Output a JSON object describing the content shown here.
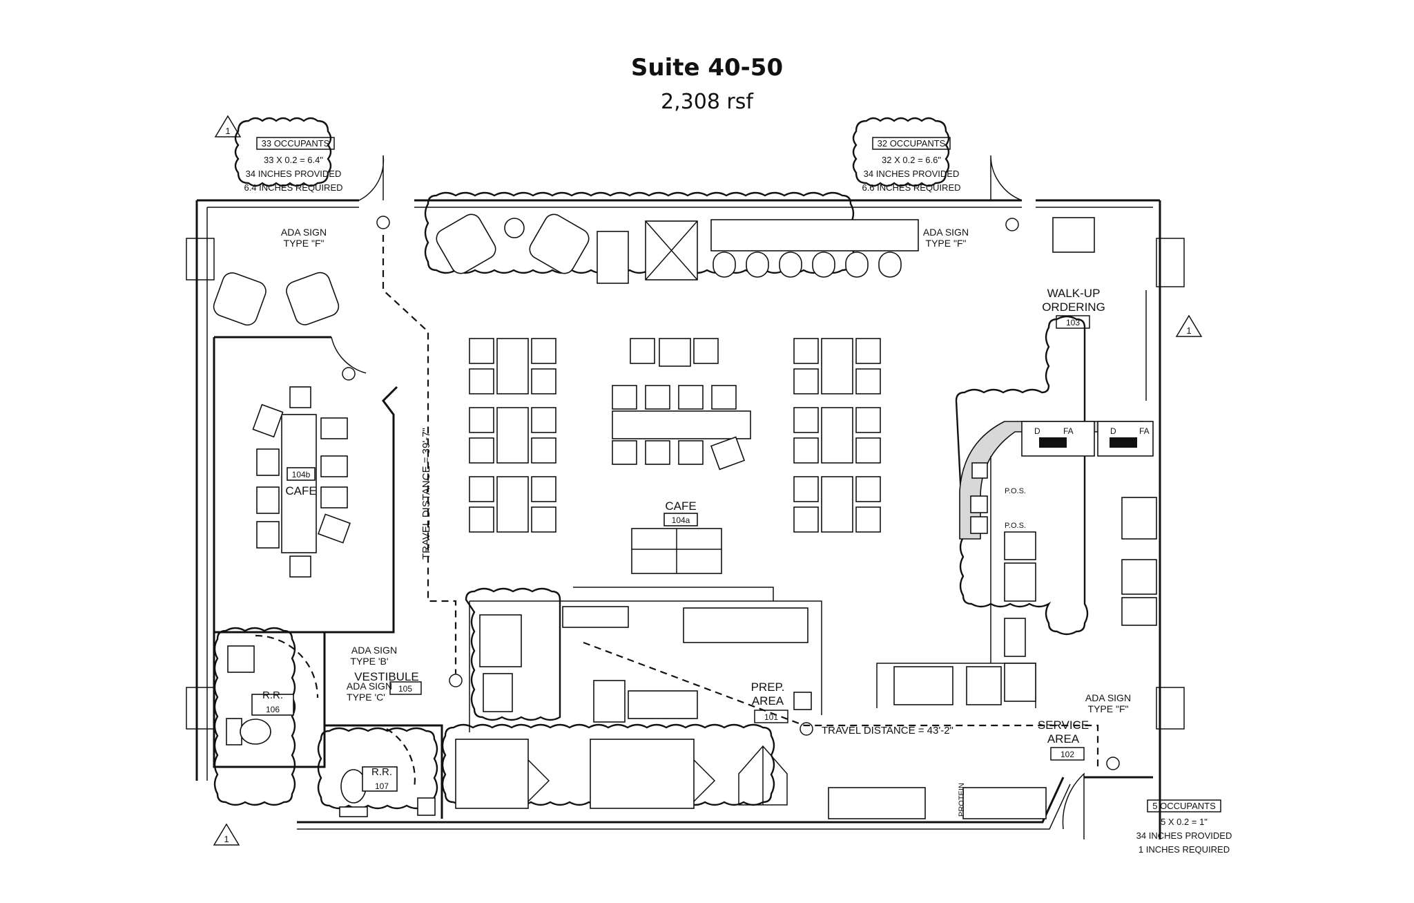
{
  "header": {
    "title": "Suite 40-50",
    "subtitle": "2,308 rsf"
  },
  "occupancy_notes": [
    {
      "occupants": "33 OCCUPANTS",
      "calc": "33 X 0.2  = 6.4\"",
      "provided": "34 INCHES PROVIDED",
      "required": "6.4 INCHES REQUIRED"
    },
    {
      "occupants": "32 OCCUPANTS",
      "calc": "32 X 0.2  = 6.6\"",
      "provided": "34 INCHES PROVIDED",
      "required": "6.6 INCHES REQUIRED"
    },
    {
      "occupants": "5 OCCUPANTS",
      "calc": "5 X 0.2  = 1\"",
      "provided": "34 INCHES PROVIDED",
      "required": "1 INCHES REQUIRED"
    }
  ],
  "rooms": {
    "walkup": {
      "name1": "WALK-UP",
      "name2": "ORDERING",
      "number": "103"
    },
    "cafe_main": {
      "name": "CAFE",
      "number": "104a"
    },
    "cafe_conf": {
      "name": "CAFE",
      "number": "104b"
    },
    "vestibule": {
      "name": "VESTIBULE",
      "number": "105"
    },
    "rr106": {
      "name": "R.R.",
      "number": "106"
    },
    "rr107": {
      "name": "R.R.",
      "number": "107"
    },
    "prep": {
      "name1": "PREP.",
      "name2": "AREA",
      "number": "101"
    },
    "service": {
      "name1": "SERVICE",
      "name2": "AREA",
      "number": "102"
    }
  },
  "signs": {
    "ada_f_1": "ADA SIGN",
    "ada_f_1b": "TYPE \"F\"",
    "ada_f_2": "ADA SIGN",
    "ada_f_2b": "TYPE \"F\"",
    "ada_b": "ADA SIGN",
    "ada_bb": "TYPE 'B'",
    "ada_c": "ADA SIGN",
    "ada_cb": "TYPE 'C'",
    "ada_f_3": "ADA SIGN",
    "ada_f_3b": "TYPE \"F\""
  },
  "travel": {
    "vertical": "TRAVEL DISTANCE = 39'-7\"",
    "horizontal": "TRAVEL DISTANCE = 43'-2\""
  },
  "equipment": {
    "pos1": "P.O.S.",
    "pos2": "P.O.S.",
    "protein": "PROTEIN",
    "d1": "D",
    "fa1": "FA",
    "d2": "D",
    "fa2": "FA"
  },
  "revision_mark": "1"
}
